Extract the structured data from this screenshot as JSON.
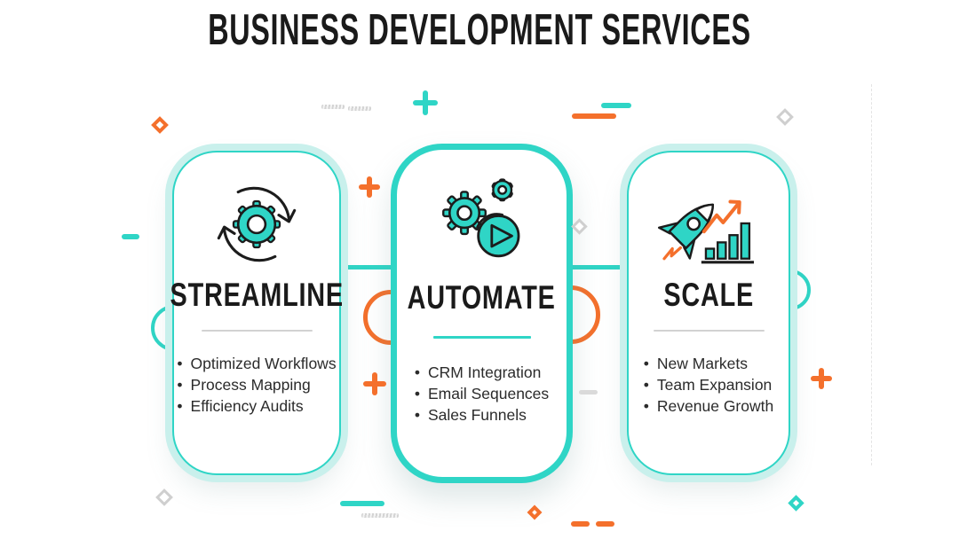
{
  "title": "BUSINESS DEVELOPMENT SERVICES",
  "cards": [
    {
      "heading": "STREAMLINE",
      "icon": "process-cycle-icon",
      "items": [
        "Optimized Workflows",
        "Process Mapping",
        "Efficiency Audits"
      ]
    },
    {
      "heading": "AUTOMATE",
      "icon": "automation-gears-play-icon",
      "items": [
        "CRM Integration",
        "Email Sequences",
        "Sales Funnels"
      ]
    },
    {
      "heading": "SCALE",
      "icon": "rocket-growth-chart-icon",
      "items": [
        "New Markets",
        "Team Expansion",
        "Revenue Growth"
      ]
    }
  ],
  "icons": {
    "process_cycle": "gear surrounded by two circular refresh arrows",
    "automation": "two gears with a play button circle",
    "scale": "rocket with rising arrow and bar chart"
  },
  "colors": {
    "teal": "#2fd5c6",
    "teal_light": "#c9f0ec",
    "orange": "#f4702c",
    "gray_decor": "#cfcfcf",
    "ink": "#1a1a1a",
    "body_text": "#2b2b2b"
  }
}
